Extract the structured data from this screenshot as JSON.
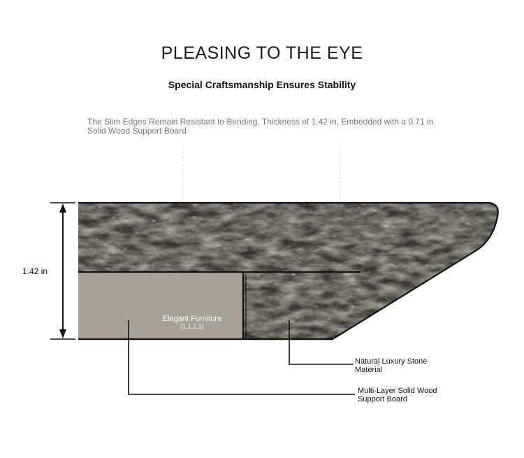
{
  "header": {
    "title": "PLEASING TO THE EYE",
    "subtitle": "Special Craftsmanship Ensures Stability"
  },
  "description": "The Slim Edges Remain Resistant to Bending, Thickness of 1.42 in, Embedded with a 0.71 in Solid Wood Support Board",
  "dimension": {
    "label": "1.42 in"
  },
  "board": {
    "brand": "Elegant Furniture",
    "brand_sub": "(1.1.1.1)"
  },
  "callouts": {
    "stone": "Natural Luxury Stone Material",
    "wood": "Multi-Layer Solid Wood Support Board"
  },
  "colors": {
    "stone_dark": "#3a3530",
    "stone_mid": "#6d655c",
    "stone_light": "#b9b1a5",
    "board_fill": "#a7a097",
    "outline": "#111111"
  }
}
